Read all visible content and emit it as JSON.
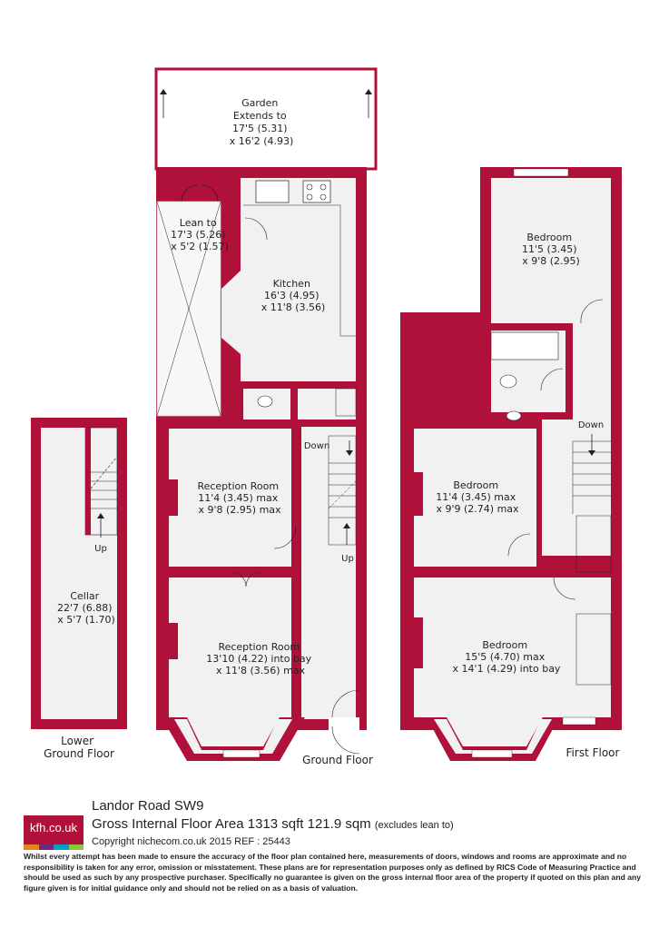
{
  "rooms": {
    "garden": [
      "Garden",
      "Extends to",
      "17'5 (5.31)",
      "x 16'2 (4.93)"
    ],
    "lean_to": [
      "Lean to",
      "17'3 (5.26)",
      "x 5'2 (1.57)"
    ],
    "kitchen": [
      "Kitchen",
      "16'3 (4.95)",
      "x 11'8 (3.56)"
    ],
    "reception1": [
      "Reception Room",
      "11'4 (3.45) max",
      "x 9'8 (2.95) max"
    ],
    "reception2": [
      "Reception Room",
      "13'10 (4.22) into bay",
      "x 11'8 (3.56) max"
    ],
    "cellar": [
      "Cellar",
      "22'7 (6.88)",
      "x 5'7 (1.70)"
    ],
    "bedroom_top": [
      "Bedroom",
      "11'5 (3.45)",
      "x 9'8 (2.95)"
    ],
    "bedroom_mid": [
      "Bedroom",
      "11'4 (3.45) max",
      "x 9'9 (2.74) max"
    ],
    "bedroom_front": [
      "Bedroom",
      "15'5 (4.70) max",
      "x 14'1 (4.29) into bay"
    ]
  },
  "stairs": {
    "ground_down": "Down",
    "ground_up": "Up",
    "cellar_up": "Up",
    "first_down": "Down"
  },
  "floors": {
    "lower": [
      "Lower",
      "Ground Floor"
    ],
    "ground": "Ground Floor",
    "first": "First Floor"
  },
  "footer": {
    "logo": "kfh.co.uk",
    "address": "Landor Road  SW9",
    "area": "Gross Internal Floor Area 1313 sqft 121.9 sqm",
    "area_note": "(excludes lean to)",
    "copyright": "Copyright nichecom.co.uk 2015 REF : 25443",
    "disclaimer": "Whilst every attempt has been made to ensure the accuracy of the floor plan contained here, measurements of doors, windows and rooms are approximate and no responsibility is taken for any error, omission or misstatement.  These plans are for representation purposes only as defined by RICS Code of Measuring Practice and should be used as such by any prospective purchaser.  Specifically no guarantee is given on the gross internal floor area of the property if quoted on this plan and any figure given is for initial guidance only and should not be relied on as a basis of valuation."
  },
  "colors": {
    "wall": "#b0113a",
    "floor_fill": "#f1f1f2",
    "text": "#231f20",
    "logo_stripes": [
      "#e4871b",
      "#6d2a7d",
      "#00a0c6",
      "#8cc63f"
    ]
  }
}
